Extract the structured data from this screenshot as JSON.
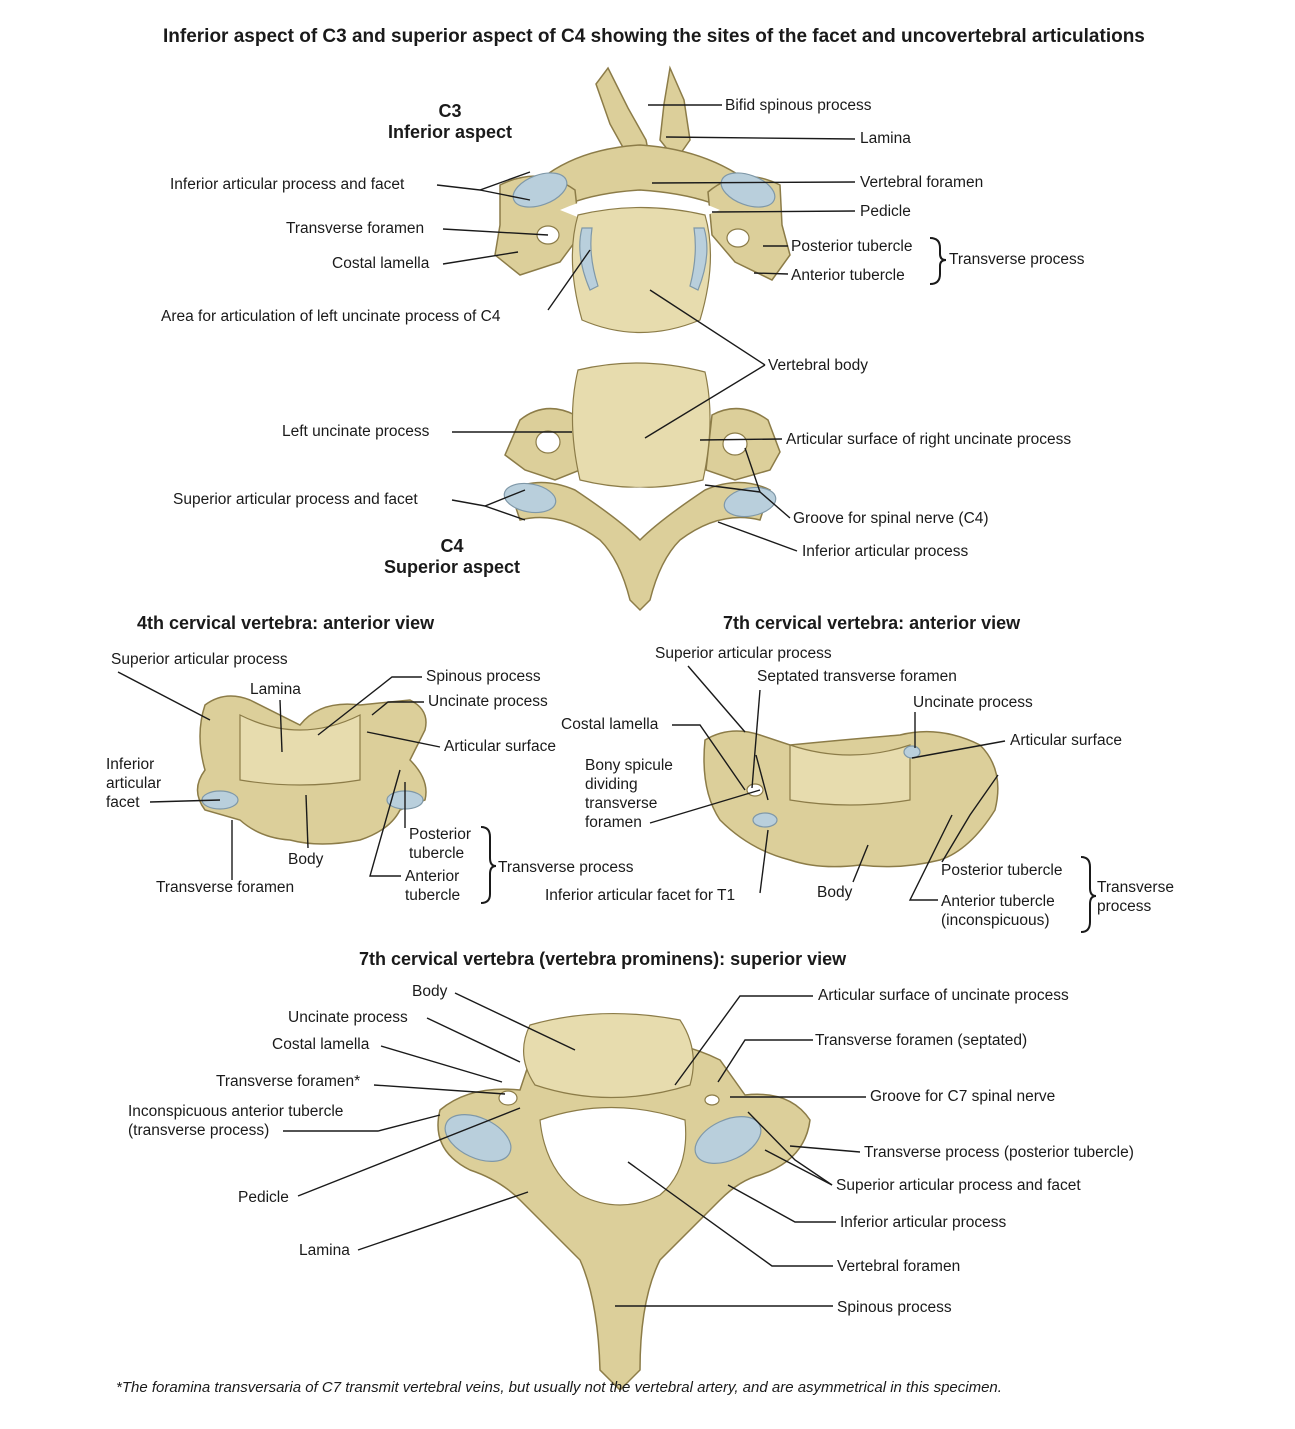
{
  "title": "Inferior aspect of C3 and superior aspect of C4 showing the sites of the facet and uncovertebral articulations",
  "c3": {
    "heading_line1": "C3",
    "heading_line2": "Inferior aspect",
    "labels": {
      "bifid_spinous": "Bifid spinous process",
      "lamina": "Lamina",
      "inferior_articular": "Inferior articular process and facet",
      "vertebral_foramen": "Vertebral foramen",
      "pedicle": "Pedicle",
      "transverse_foramen": "Transverse foramen",
      "posterior_tubercle": "Posterior tubercle",
      "transverse_process": "Transverse process",
      "costal_lamella": "Costal lamella",
      "anterior_tubercle": "Anterior tubercle",
      "area_uncinate": "Area for articulation of left uncinate process of C4",
      "vertebral_body": "Vertebral body"
    }
  },
  "c4": {
    "heading_line1": "C4",
    "heading_line2": "Superior aspect",
    "labels": {
      "left_uncinate": "Left uncinate process",
      "articular_surface_right": "Articular surface of right uncinate  process",
      "superior_articular": "Superior articular process and facet",
      "groove_c4": "Groove for spinal nerve (C4)",
      "inferior_articular": "Inferior articular process"
    }
  },
  "c4_anterior": {
    "heading": "4th cervical vertebra: anterior view",
    "labels": {
      "superior_articular": "Superior articular process",
      "spinous": "Spinous process",
      "lamina": "Lamina",
      "uncinate": "Uncinate process",
      "articular_surface": "Articular surface",
      "inferior_facet": "Inferior articular facet",
      "posterior_tubercle": "Posterior tubercle",
      "body": "Body",
      "transverse_process": "Transverse process",
      "anterior_tubercle": "Anterior tubercle",
      "transverse_foramen": "Transverse foramen"
    }
  },
  "c7_anterior": {
    "heading": "7th cervical vertebra: anterior view",
    "labels": {
      "superior_articular": "Superior articular process",
      "septated_foramen": "Septated transverse foramen",
      "uncinate": "Uncinate process",
      "costal_lamella": "Costal lamella",
      "articular_surface": "Articular surface",
      "bony_spicule": "Bony spicule dividing transverse foramen",
      "posterior_tubercle": "Posterior tubercle",
      "transverse_process": "Transverse process",
      "body": "Body",
      "inferior_facet_t1": "Inferior articular facet for T1",
      "anterior_tubercle": "Anterior tubercle (inconspicuous)"
    }
  },
  "c7_superior": {
    "heading": "7th cervical vertebra (vertebra prominens): superior view",
    "labels": {
      "body": "Body",
      "articular_uncinate": "Articular surface of uncinate process",
      "uncinate": "Uncinate process",
      "transverse_foramen_septated": "Transverse foramen (septated)",
      "costal_lamella": "Costal lamella",
      "transverse_foramen_star": "Transverse foramen*",
      "groove_c7": "Groove for C7 spinal nerve",
      "inconspicuous_anterior": "Inconspicuous anterior tubercle (transverse process)",
      "transverse_posterior": "Transverse process (posterior tubercle)",
      "superior_articular": "Superior articular process and facet",
      "pedicle": "Pedicle",
      "inferior_articular": "Inferior articular process",
      "lamina": "Lamina",
      "vertebral_foramen": "Vertebral foramen",
      "spinous": "Spinous process"
    }
  },
  "footnote": "*The foramina transversaria of C7 transmit vertebral veins, but usually not the vertebral artery, and are asymmetrical in this specimen."
}
